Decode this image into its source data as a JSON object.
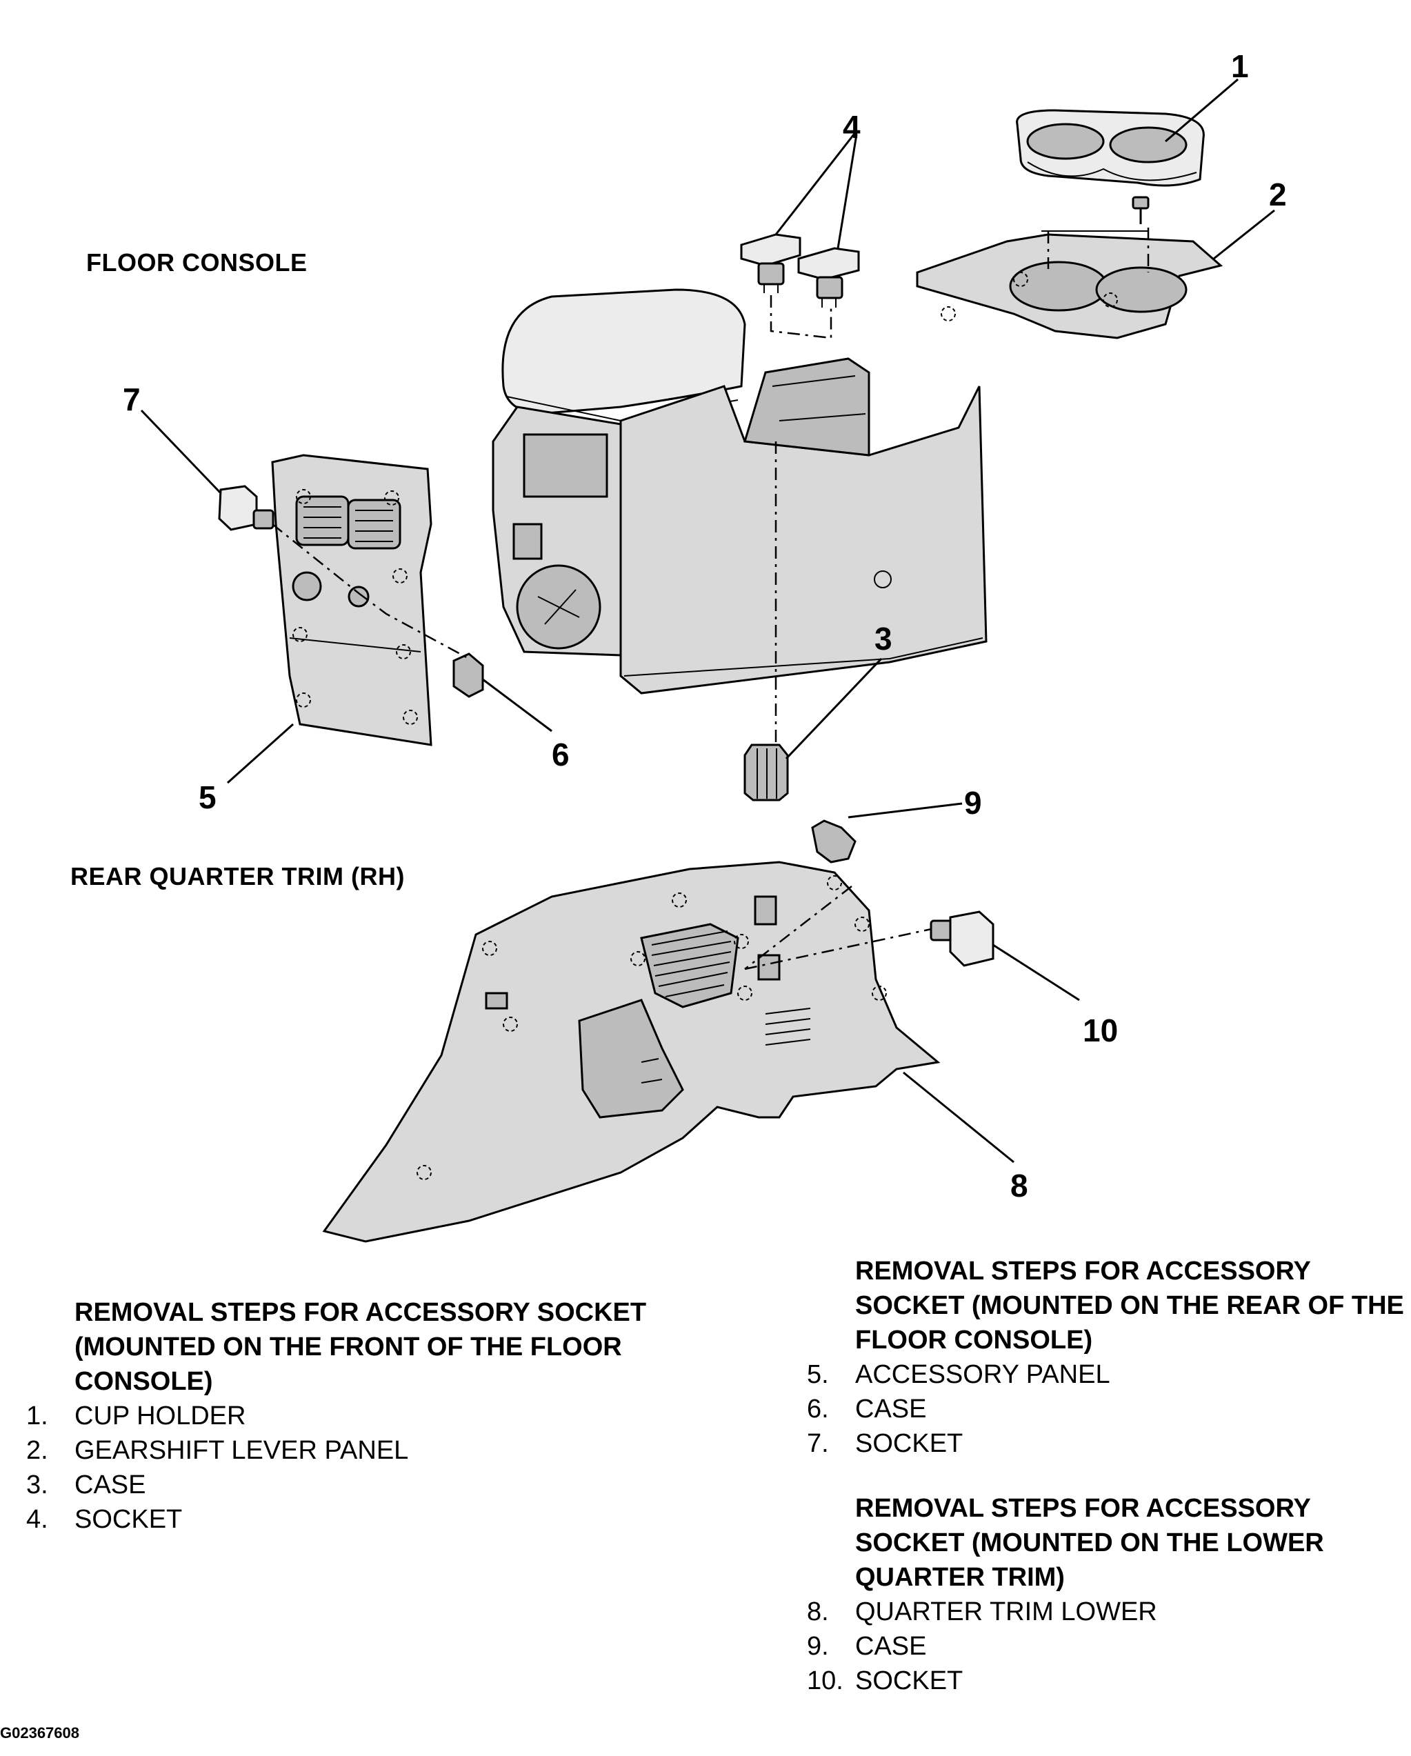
{
  "labels": {
    "floor_console": "FLOOR CONSOLE",
    "rear_quarter_trim": "REAR QUARTER TRIM (RH)"
  },
  "callouts": [
    "1",
    "2",
    "3",
    "4",
    "5",
    "6",
    "7",
    "8",
    "9",
    "10"
  ],
  "front_steps": {
    "heading": "REMOVAL STEPS FOR ACCESSORY SOCKET (MOUNTED ON THE FRONT OF THE FLOOR CONSOLE)",
    "items": [
      {
        "num": "1.",
        "text": "CUP HOLDER"
      },
      {
        "num": "2.",
        "text": "GEARSHIFT LEVER PANEL"
      },
      {
        "num": "3.",
        "text": "CASE"
      },
      {
        "num": "4.",
        "text": "SOCKET"
      }
    ]
  },
  "rear_steps": {
    "heading": "REMOVAL STEPS FOR ACCESSORY SOCKET (MOUNTED ON THE REAR OF THE FLOOR CONSOLE)",
    "items": [
      {
        "num": "5.",
        "text": "ACCESSORY PANEL"
      },
      {
        "num": "6.",
        "text": "CASE"
      },
      {
        "num": "7.",
        "text": "SOCKET"
      }
    ]
  },
  "lower_steps": {
    "heading": "REMOVAL STEPS FOR ACCESSORY SOCKET (MOUNTED ON THE LOWER QUARTER TRIM)",
    "items": [
      {
        "num": "8.",
        "text": "QUARTER TRIM LOWER"
      },
      {
        "num": "9.",
        "text": "CASE"
      },
      {
        "num": "10.",
        "text": "SOCKET"
      }
    ]
  },
  "figure_code": "G02367608"
}
